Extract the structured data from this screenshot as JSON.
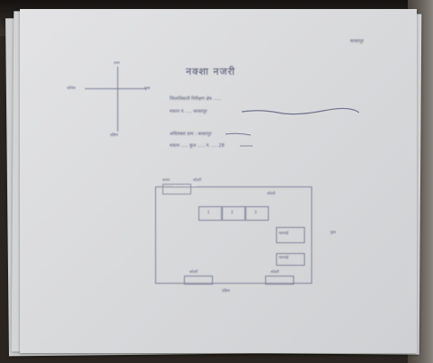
{
  "photo": {
    "subject": "",
    "page_title": "नक्शा नजरी",
    "corner_text": "काकापुर",
    "paragraph_line_1": "जिलाधिकारी निरीक्षण क्षेत्र ......",
    "paragraph_line_2": "मकान नं. .... काकापुर",
    "place_line": "अधिवक्ता ग्राम : काकापुर",
    "detail_line": "मकान ..... कुल ..... नं. .... 28",
    "plan_labels": {
      "top_left": "कमरा",
      "top_right": "कोठरी",
      "right_box_1": "चारपाई",
      "right_box_2": "चारपाई",
      "bottom_left": "कोठरी",
      "bottom_right": "कोठरी",
      "below_plan": "दक्षिण",
      "east_side": "पूरब"
    },
    "grid_cells": [
      "1",
      "2",
      "3"
    ],
    "compass": {
      "top": "उत्तर",
      "left": "पश्चिम",
      "right": "पूरब",
      "bottom": "दक्षिण"
    }
  }
}
